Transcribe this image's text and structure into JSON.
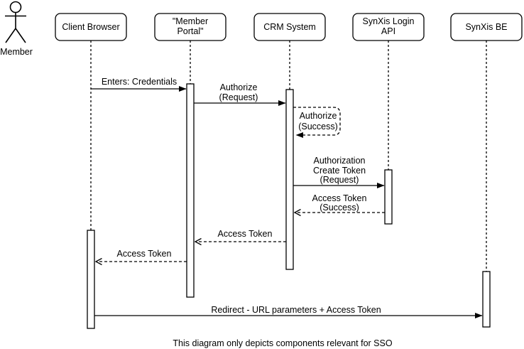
{
  "diagram": {
    "actor": {
      "name": "Member"
    },
    "participants": [
      {
        "id": "client-browser",
        "label_lines": [
          "Client Browser"
        ]
      },
      {
        "id": "member-portal",
        "label_lines": [
          "\"Member",
          "Portal\""
        ]
      },
      {
        "id": "crm-system",
        "label_lines": [
          "CRM System"
        ]
      },
      {
        "id": "synxis-login-api",
        "label_lines": [
          "SynXis Login",
          "API"
        ]
      },
      {
        "id": "synxis-be",
        "label_lines": [
          "SynXis BE"
        ]
      }
    ],
    "messages": [
      {
        "id": "enters-credentials",
        "type": "solid",
        "from": "client-browser",
        "to": "member-portal",
        "label_lines": [
          "Enters: Credentials"
        ]
      },
      {
        "id": "authorize-request",
        "type": "solid",
        "from": "member-portal",
        "to": "crm-system",
        "label_lines": [
          "Authorize",
          "(Request)"
        ]
      },
      {
        "id": "authorize-success",
        "type": "dashed-self",
        "from": "crm-system",
        "to": "crm-system",
        "label_lines": [
          "Authorize",
          "(Success)"
        ]
      },
      {
        "id": "authorization-create-token-request",
        "type": "solid",
        "from": "crm-system",
        "to": "synxis-login-api",
        "label_lines": [
          "Authorization",
          "Create Token",
          "(Request)"
        ]
      },
      {
        "id": "access-token-success",
        "type": "dashed",
        "from": "synxis-login-api",
        "to": "crm-system",
        "label_lines": [
          "Access Token",
          "(Success)"
        ]
      },
      {
        "id": "access-token-to-portal",
        "type": "dashed",
        "from": "crm-system",
        "to": "member-portal",
        "label_lines": [
          "Access Token"
        ]
      },
      {
        "id": "access-token-to-browser",
        "type": "dashed",
        "from": "member-portal",
        "to": "client-browser",
        "label_lines": [
          "Access Token"
        ]
      },
      {
        "id": "redirect-url-params",
        "type": "solid",
        "from": "client-browser",
        "to": "synxis-be",
        "label_lines": [
          "Redirect - URL parameters + Access Token"
        ]
      }
    ],
    "footer_note": "This diagram only depicts components relevant for SSO",
    "colors": {
      "stroke": "#000000",
      "fill": "#ffffff",
      "text": "#000000"
    }
  }
}
